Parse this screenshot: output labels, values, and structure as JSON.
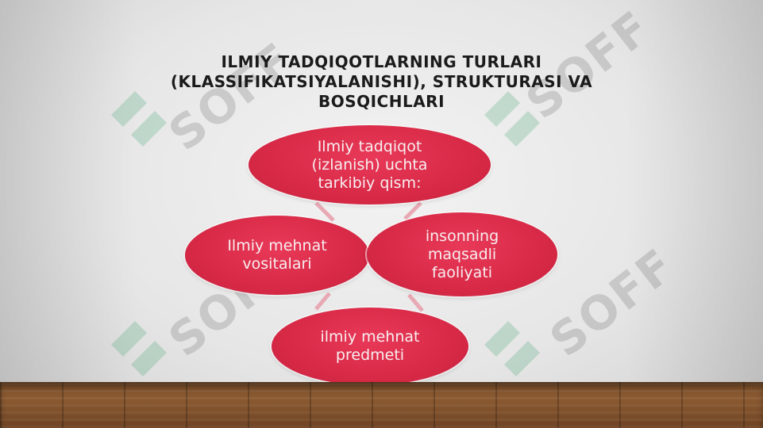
{
  "slide": {
    "title": "ILMIY TADQIQOTLARNING TURLARI (KLASSIFIKATSIYALANISHI), STRUKTURASI VA BOSQICHLARI"
  },
  "diagram": {
    "top": {
      "line1": "Ilmiy tadqiqot",
      "line2": "(izlanish) uchta",
      "line3": "tarkibiy qism:"
    },
    "left": {
      "line1": "Ilmiy mehnat",
      "line2": "vositalari"
    },
    "right": {
      "line1": "insonning",
      "line2": "maqsadli",
      "line3": "faoliyati"
    },
    "bottom": {
      "line1": "ilmiy mehnat",
      "line2": "predmeti"
    }
  },
  "watermark": {
    "text": "SOFF"
  },
  "colors": {
    "node_fill": "#d82a47",
    "node_text": "#f8eef0",
    "title_text": "#1b1b1b",
    "connector": "#e8a9b4",
    "floor": "#7a4e2a"
  }
}
